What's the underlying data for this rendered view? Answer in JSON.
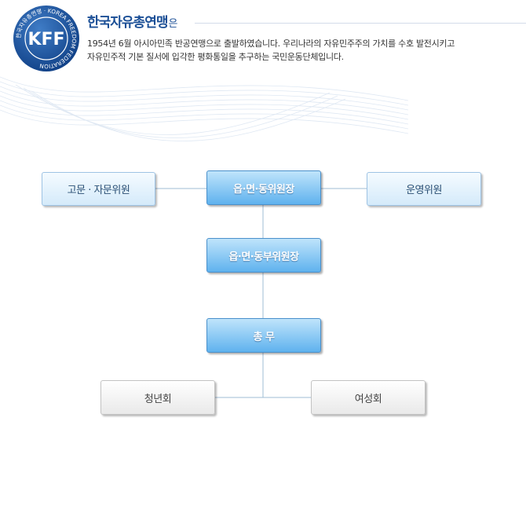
{
  "header": {
    "logo_text": "KFF",
    "logo_ring_text": "한국자유총연맹 · KOREA FREEDOM FEDERATION",
    "title_main": "한국자유총연맹",
    "title_suffix": "은",
    "intro_line1": "1954년 6월 아시아민족 반공연맹으로 출발하였습니다. 우리나라의 자유민주주의 가치를 수호 발전시키고",
    "intro_line2": "자유민주적 기본 질서에 입각한 평화통일을 추구하는 국민운동단체입니다."
  },
  "org_chart": {
    "advisor": "고문 · 자문위원",
    "chief": "읍·면·동위원장",
    "operations": "운영위원",
    "vice_chief": "읍·면·동부위원장",
    "general_affairs": "총 무",
    "youth": "청년회",
    "women": "여성회"
  },
  "colors": {
    "brand": "#1b4f96",
    "node_dark": "#5fb2ee",
    "node_light": "#d4eafa",
    "node_grey": "#e9e9e9",
    "connector": "#9fbcd6"
  }
}
